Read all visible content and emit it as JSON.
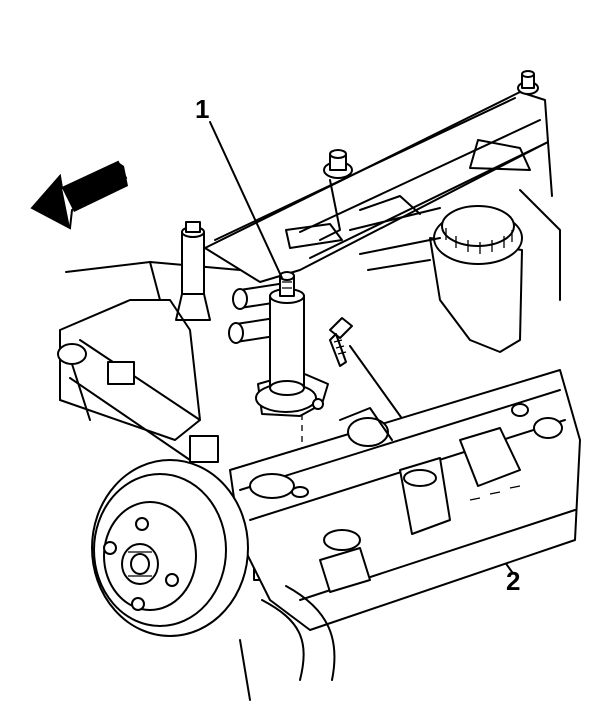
{
  "callouts": [
    {
      "id": "1",
      "label": "1"
    },
    {
      "id": "2",
      "label": "2"
    }
  ],
  "icons": {
    "direction_arrow": "front-direction-arrow-icon"
  },
  "colors": {
    "line": "#000000",
    "background": "#ffffff"
  }
}
